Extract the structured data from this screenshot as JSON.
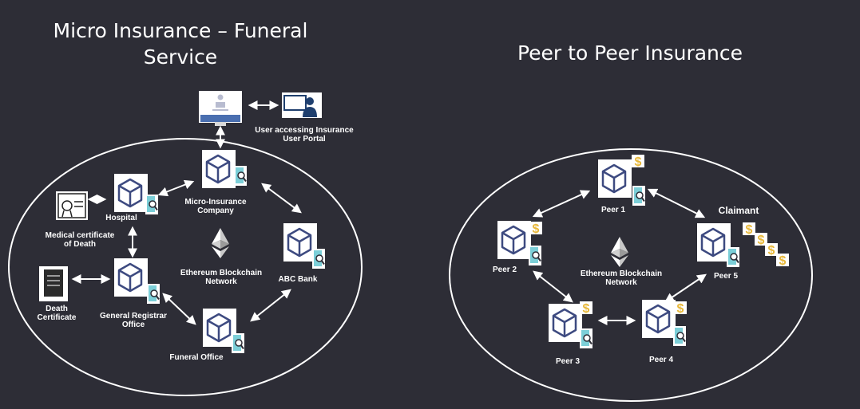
{
  "left": {
    "title_line1": "Micro Insurance – Funeral",
    "title_line2": "Service",
    "labels": {
      "user_portal_1": "User accessing Insurance",
      "user_portal_2": "User Portal",
      "hospital": "Hospital",
      "micro_insurance_1": "Micro-Insurance",
      "micro_insurance_2": "Company",
      "medical_cert_1": "Medical certificate",
      "medical_cert_2": "of Death",
      "ethereum_1": "Ethereum Blockchain",
      "ethereum_2": "Network",
      "abc_bank": "ABC Bank",
      "death_cert_1": "Death",
      "death_cert_2": "Certificate",
      "registrar_1": "General Registrar",
      "registrar_2": "Office",
      "funeral_office": "Funeral Office"
    }
  },
  "right": {
    "title": "Peer to Peer Insurance",
    "labels": {
      "peer1": "Peer 1",
      "claimant": "Claimant",
      "peer2": "Peer 2",
      "ethereum_1": "Ethereum Blockchain",
      "ethereum_2": "Network",
      "peer5": "Peer 5",
      "peer3": "Peer 3",
      "peer4": "Peer 4"
    }
  },
  "colors": {
    "background": "#2d2d36",
    "cube_stroke": "#3d4a80",
    "search_doc": "#7ccfd8",
    "coin": "#e8b83a",
    "arrow": "#ffffff"
  }
}
